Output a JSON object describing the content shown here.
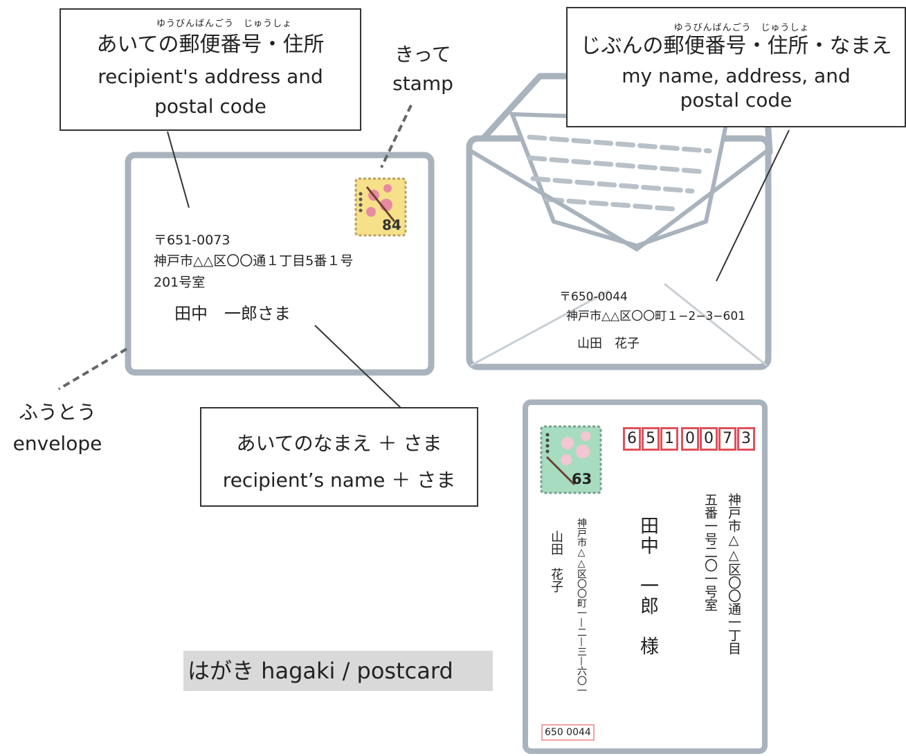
{
  "callouts": {
    "recipient_address": {
      "ruby": "ゆうびんばんごう　じゅうしょ",
      "jp": "あいての郵便番号・住所",
      "en_line1": "recipient's address and",
      "en_line2": "postal code"
    },
    "stamp": {
      "jp": "きって",
      "en": "stamp"
    },
    "my_address": {
      "ruby": "ゆうびんばんごう　じゅうしょ",
      "jp": "じぶんの郵便番号・住所・なまえ",
      "en_line1": "my name, address, and",
      "en_line2": "postal code"
    },
    "envelope": {
      "jp": "ふうとう",
      "en": "envelope"
    },
    "recipient_name": {
      "jp": "あいてのなまえ ＋ さま",
      "en": "recipient’s name ＋ さま"
    },
    "postcard": {
      "label": "はがき hagaki / postcard"
    }
  },
  "envelope_front": {
    "postal": "〒651-0073",
    "address_line1": "神戸市△△区〇〇通１丁目5番１号",
    "address_line2": "201号室",
    "name": "田中　一郎さま",
    "stamp_value": "84"
  },
  "envelope_back": {
    "postal": "〒650-0044",
    "address": "神戸市△△区〇〇町１−2−3−601",
    "name": "山田　花子"
  },
  "postcard": {
    "zip_digits": [
      "6",
      "5",
      "1",
      "0",
      "0",
      "7",
      "3"
    ],
    "recipient_address_col1": "神戸市△△区〇〇通一丁目",
    "recipient_address_col2": "五番一号二〇一号室",
    "recipient_name": "田中　一郎　様",
    "sender_address": "神戸市△△区〇〇町一—二—三—六〇一",
    "sender_name": "山田　花子",
    "sender_zip": "650 0044",
    "stamp_value": "63"
  },
  "colors": {
    "frame": "#a9b3bd",
    "zip_box": "#e0505a",
    "stamp_yellow": "#f6e08a",
    "stamp_green": "#a8dcc0",
    "blossom": "#e88aa0",
    "postcard_label_bg": "#d9d9d9"
  }
}
